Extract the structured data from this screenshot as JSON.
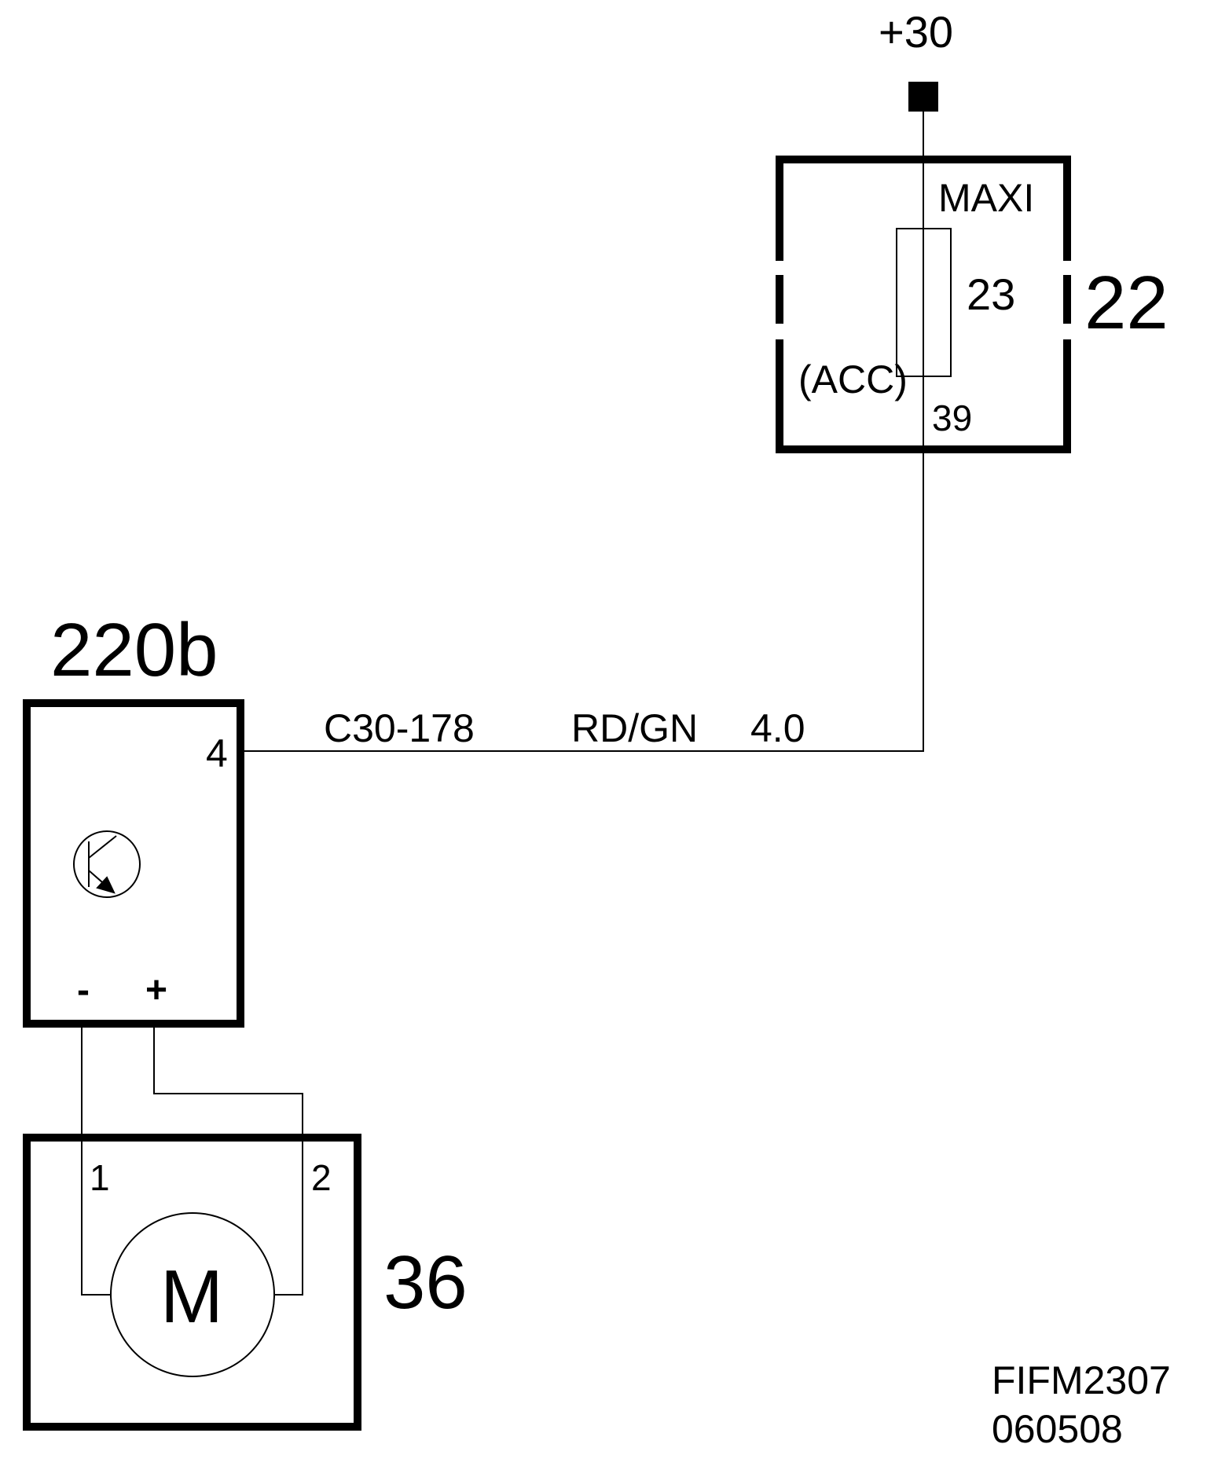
{
  "supply": {
    "label": "+30"
  },
  "fuse_box": {
    "id": "22",
    "type_label": "MAXI",
    "fuse_number": "23",
    "circuit_label": "(ACC)",
    "output_pin": "39"
  },
  "module": {
    "id": "220b",
    "pin_label": "4",
    "neg_label": "-",
    "pos_label": "+"
  },
  "wire": {
    "circuit_id": "C30-178",
    "color_code": "RD/GN",
    "gauge": "4.0"
  },
  "motor": {
    "id": "36",
    "symbol": "M",
    "pin1": "1",
    "pin2": "2"
  },
  "footer": {
    "figure_id": "FIFM2307",
    "date_code": "060508"
  },
  "colors": {
    "ink": "#000000",
    "background": "#ffffff"
  }
}
